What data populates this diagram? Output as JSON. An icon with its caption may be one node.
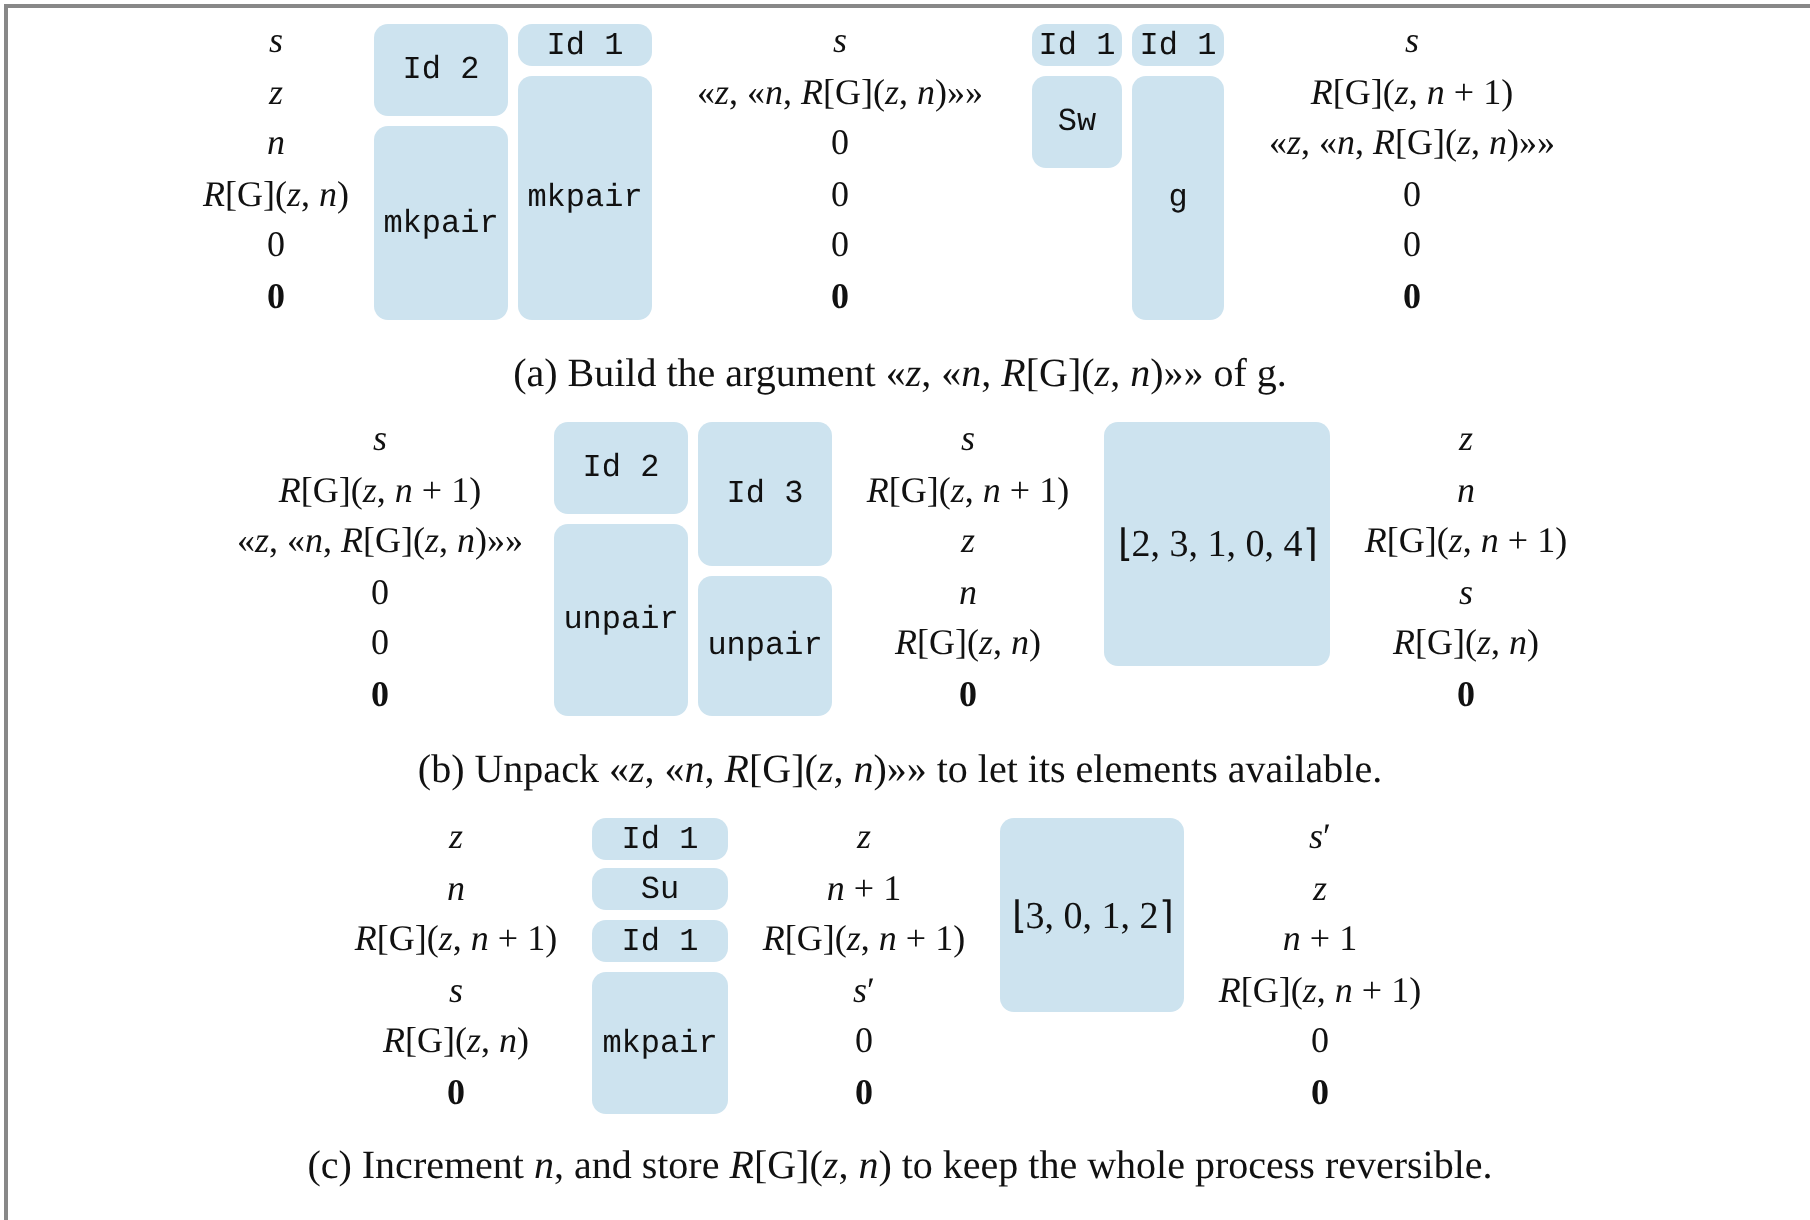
{
  "diagram": {
    "nodes": [
      {
        "text": [
          "Id 2"
        ]
      },
      {
        "text": [
          "mkpair"
        ]
      },
      {
        "text": [
          "Id 1"
        ]
      },
      {
        "text": [
          "mkpair"
        ]
      },
      {
        "text": [
          "Id 1"
        ]
      },
      {
        "text": [
          "Sw"
        ]
      },
      {
        "text": [
          "Id 1"
        ]
      },
      {
        "text": [
          "g"
        ]
      },
      {
        "text": [
          "Id 2"
        ]
      },
      {
        "text": [
          "unpair"
        ]
      },
      {
        "text": [
          "Id 3"
        ]
      },
      {
        "text": [
          "unpair"
        ]
      },
      {
        "text": [
          "⌊2, 3, 1, 0, 4⌉"
        ]
      },
      {
        "text": [
          "Id 1"
        ]
      },
      {
        "text": [
          "Su"
        ]
      },
      {
        "text": [
          "Id 1"
        ]
      },
      {
        "text": [
          "mkpair"
        ]
      },
      {
        "text": [
          "⌊3, 0, 1, 2⌉"
        ]
      }
    ],
    "labels": [
      "*s*",
      "*z*",
      "*n*",
      "*R*[G](*z*, *n*)",
      "0",
      "0",
      "*s*",
      "«*z*, «*n*, *R*[G](*z*, *n*)»»",
      "0",
      "0",
      "0",
      "0",
      "*s*",
      "*R*[G](*z*, *n* + 1)",
      "«*z*, «*n*, *R*[G](*z*, *n*)»»",
      "0",
      "0",
      "0",
      "(a) Build the argument «*z*, «*n*, *R*[G](*z*, *n*)»» of g.",
      "*s*",
      "*R*[G](*z*, *n* + 1)",
      "«*z*, «*n*, *R*[G](*z*, *n*)»»",
      "0",
      "0",
      "0",
      "*s*",
      "*R*[G](*z*, *n* + 1)",
      "*z*",
      "*n*",
      "*R*[G](*z*, *n*)",
      "0",
      "*z*",
      "*n*",
      "*R*[G](*z*, *n* + 1)",
      "*s*",
      "*R*[G](*z*, *n*)",
      "0",
      "(b) Unpack «*z*, «*n*, *R*[G](*z*, *n*)»» to let its elements available.",
      "*z*",
      "*n*",
      "*R*[G](*z*, *n* + 1)",
      "*s*",
      "*R*[G](*z*, *n*)",
      "0",
      "*z*",
      "*n* + 1",
      "*R*[G](*z*, *n* + 1)",
      "*s*′",
      "0",
      "0",
      "*s*′",
      "*z*",
      "*n* + 1",
      "*R*[G](*z*, *n* + 1)",
      "0",
      "0",
      "(c) Increment *n*, and store *R*[G](*z*, *n*) to keep the whole process reversible."
    ]
  }
}
